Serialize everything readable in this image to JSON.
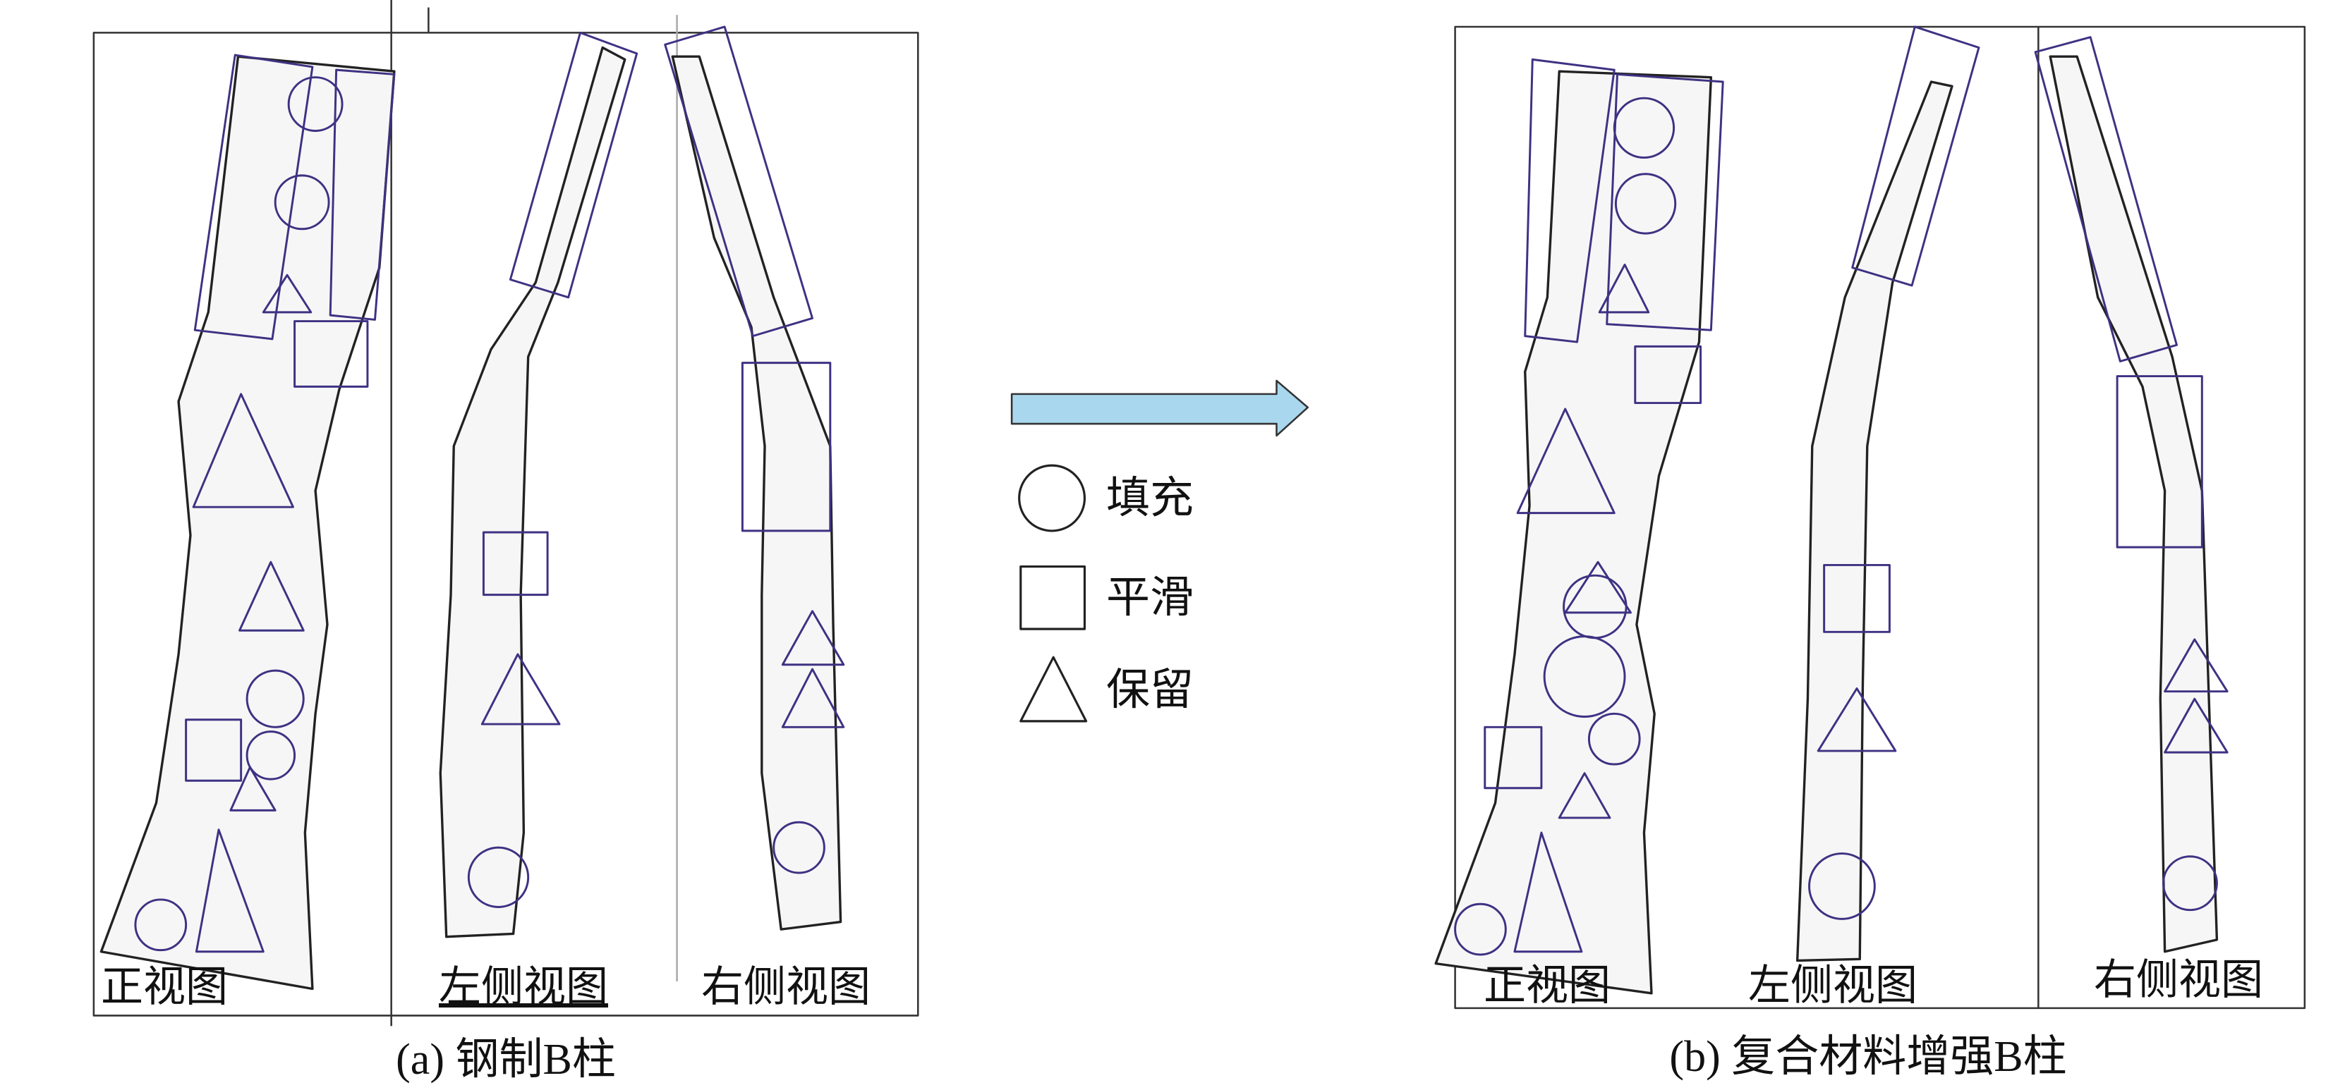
{
  "panel_a": {
    "caption": "(a) 钢制B柱",
    "views": {
      "front": "正视图",
      "left": "左侧视图",
      "right": "右侧视图"
    }
  },
  "panel_b": {
    "caption": "(b) 复合材料增强B柱",
    "views": {
      "front": "正视图",
      "left": "左侧视图",
      "right": "右侧视图"
    }
  },
  "legend": {
    "fill": {
      "symbol": "circle-icon",
      "label": "填充"
    },
    "smooth": {
      "symbol": "square-icon",
      "label": "平滑"
    },
    "keep": {
      "symbol": "triangle-icon",
      "label": "保留"
    }
  },
  "colors": {
    "marker": "#3d3283",
    "arrow_fill": "#a9d8ee",
    "outline": "#222222"
  }
}
